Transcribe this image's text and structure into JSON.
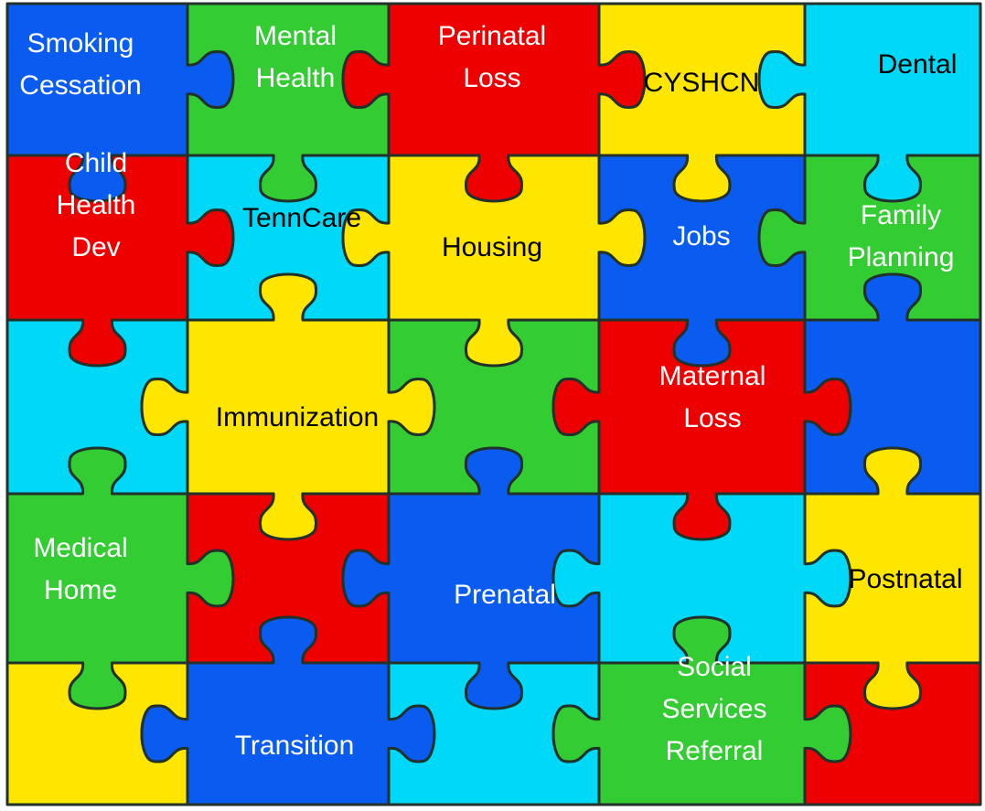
{
  "palette": {
    "blue": "#0a5cf0",
    "green": "#33cc33",
    "red": "#ee0000",
    "yellow": "#ffe600",
    "cyan": "#00d8f8",
    "outline": "#22322a",
    "white_text": "#ffffff",
    "black_text": "#000000"
  },
  "pieces": [
    {
      "row": 0,
      "col": 0,
      "color": "blue",
      "label": [
        "Smoking",
        "Cessation"
      ],
      "text_color": "white_text"
    },
    {
      "row": 0,
      "col": 1,
      "color": "green",
      "label": [
        "Mental",
        "Health"
      ],
      "text_color": "white_text"
    },
    {
      "row": 0,
      "col": 2,
      "color": "red",
      "label": [
        "Perinatal",
        "Loss"
      ],
      "text_color": "white_text"
    },
    {
      "row": 0,
      "col": 3,
      "color": "yellow",
      "label": [
        "CYSHCN"
      ],
      "text_color": "black_text"
    },
    {
      "row": 0,
      "col": 4,
      "color": "cyan",
      "label": [
        "Dental"
      ],
      "text_color": "black_text"
    },
    {
      "row": 1,
      "col": 0,
      "color": "red",
      "label": [
        "Child",
        "Health",
        "Dev"
      ],
      "text_color": "white_text"
    },
    {
      "row": 1,
      "col": 1,
      "color": "cyan",
      "label": [
        "TennCare"
      ],
      "text_color": "black_text"
    },
    {
      "row": 1,
      "col": 2,
      "color": "yellow",
      "label": [
        "Housing"
      ],
      "text_color": "black_text"
    },
    {
      "row": 1,
      "col": 3,
      "color": "blue",
      "label": [
        "Jobs"
      ],
      "text_color": "white_text"
    },
    {
      "row": 1,
      "col": 4,
      "color": "green",
      "label": [
        "Family",
        "Planning"
      ],
      "text_color": "white_text"
    },
    {
      "row": 2,
      "col": 0,
      "color": "cyan",
      "label": [],
      "text_color": "black_text"
    },
    {
      "row": 2,
      "col": 1,
      "color": "yellow",
      "label": [
        "Immunization"
      ],
      "text_color": "black_text"
    },
    {
      "row": 2,
      "col": 2,
      "color": "green",
      "label": [],
      "text_color": "white_text"
    },
    {
      "row": 2,
      "col": 3,
      "color": "red",
      "label": [
        "Maternal",
        "Loss"
      ],
      "text_color": "white_text"
    },
    {
      "row": 2,
      "col": 4,
      "color": "blue",
      "label": [],
      "text_color": "white_text"
    },
    {
      "row": 3,
      "col": 0,
      "color": "green",
      "label": [
        "Medical",
        "Home"
      ],
      "text_color": "white_text"
    },
    {
      "row": 3,
      "col": 1,
      "color": "red",
      "label": [],
      "text_color": "white_text"
    },
    {
      "row": 3,
      "col": 2,
      "color": "blue",
      "label": [
        "Prenatal"
      ],
      "text_color": "white_text"
    },
    {
      "row": 3,
      "col": 3,
      "color": "cyan",
      "label": [],
      "text_color": "black_text"
    },
    {
      "row": 3,
      "col": 4,
      "color": "yellow",
      "label": [
        "Postnatal"
      ],
      "text_color": "black_text",
      "large": true
    },
    {
      "row": 4,
      "col": 0,
      "color": "yellow",
      "label": [],
      "text_color": "black_text"
    },
    {
      "row": 4,
      "col": 1,
      "color": "blue",
      "label": [
        "Transition"
      ],
      "text_color": "white_text"
    },
    {
      "row": 4,
      "col": 2,
      "color": "cyan",
      "label": [],
      "text_color": "black_text"
    },
    {
      "row": 4,
      "col": 3,
      "color": "green",
      "label": [
        "Social",
        "Services",
        "Referral"
      ],
      "text_color": "white_text"
    },
    {
      "row": 4,
      "col": 4,
      "color": "red",
      "label": [],
      "text_color": "white_text"
    }
  ]
}
